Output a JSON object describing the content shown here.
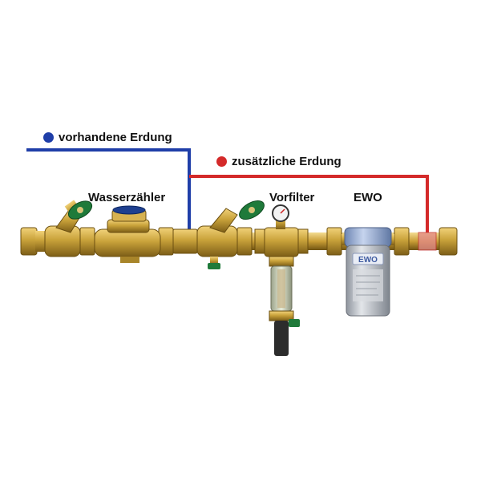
{
  "legend": {
    "existing": {
      "label": "vorhandene Erdung",
      "color": "#1f3ea8"
    },
    "additional": {
      "label": "zusätzliche Erdung",
      "color": "#d42a2a"
    }
  },
  "labels": {
    "water_meter": "Wasserzähler",
    "prefilter": "Vorfilter",
    "ewo": "EWO"
  },
  "ewo_housing_text": "EWO",
  "colors": {
    "brass": "#c9a23a",
    "brass_dark": "#8a6a1c",
    "valve_handle": "#1f7a3a",
    "ewo_body": "#b8bcc4",
    "ewo_cap": "#8ea3c7"
  }
}
